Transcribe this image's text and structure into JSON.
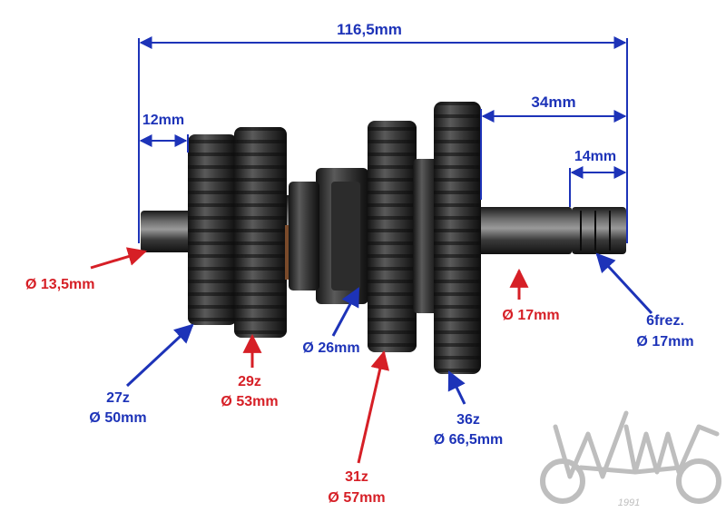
{
  "dimensions": {
    "overall_length": "116,5mm",
    "left_end_length": "12mm",
    "right_section_length": "34mm",
    "spline_length": "14mm"
  },
  "annotations": {
    "left_shaft_dia": "Ø 13,5mm",
    "gear1_teeth": "27z",
    "gear1_dia": "Ø 50mm",
    "gear2_teeth": "29z",
    "gear2_dia": "Ø 53mm",
    "hub_dia": "Ø 26mm",
    "gear3_teeth": "31z",
    "gear3_dia": "Ø 57mm",
    "gear4_teeth": "36z",
    "gear4_dia": "Ø 66,5mm",
    "right_shaft_dia": "Ø 17mm",
    "spline_count": "6frez.",
    "spline_dia": "Ø 17mm"
  },
  "logo": {
    "text": "WMA",
    "year": "1991"
  },
  "colors": {
    "dimension_blue": "#1d33b8",
    "callout_red": "#d61f26",
    "metal_dark": "#2a2a2a",
    "logo_gray": "#b8b8b8"
  }
}
